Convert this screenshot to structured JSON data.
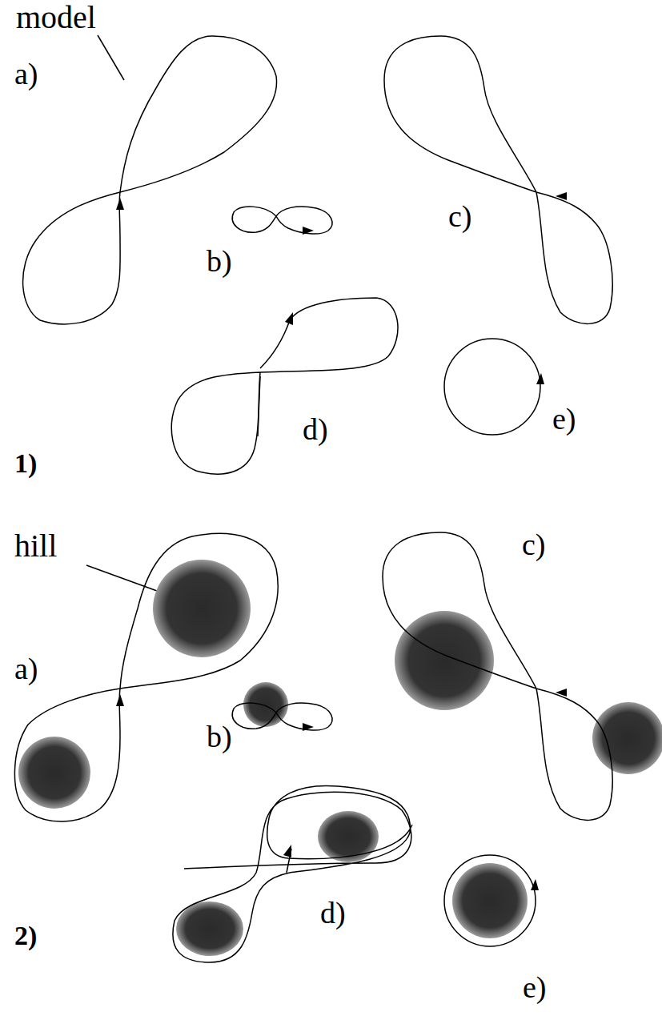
{
  "diagram": {
    "labels": [
      "model",
      "a)",
      "b)",
      "c)",
      "d)",
      "e)",
      "1)",
      "hill",
      "a)",
      "b)",
      "c)",
      "d)",
      "e)",
      "2)"
    ]
  }
}
